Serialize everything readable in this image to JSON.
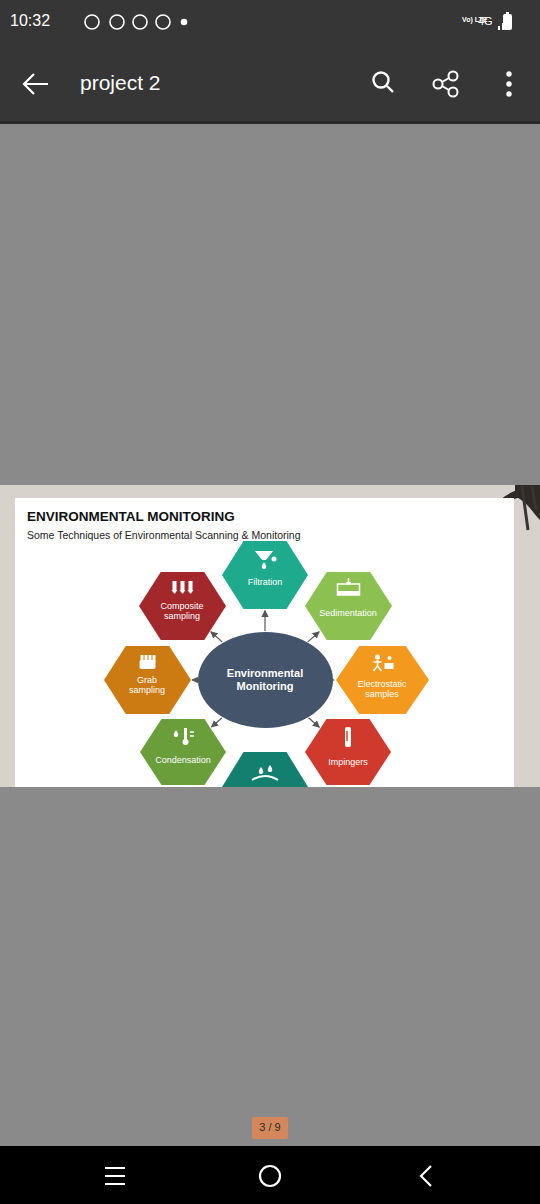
{
  "diagram": {
    "title": "ENVIRONMENTAL MONITORING",
    "nodes": [
      {
        "text": [
          "Filtration"
        ]
      },
      {
        "text": [
          "Composite sampling"
        ]
      },
      {
        "text": [
          "Sedimentation"
        ]
      },
      {
        "text": [
          "Grab sampling"
        ]
      },
      {
        "text": [
          "Environmental Monitoring"
        ]
      },
      {
        "text": [
          "Electrostatic samples"
        ]
      },
      {
        "text": [
          "Condensation"
        ]
      },
      {
        "text": [
          "Impingers"
        ]
      }
    ],
    "edges": [
      {
        "from": 4,
        "to": 0,
        "arrow": "to"
      },
      {
        "from": 4,
        "to": 2,
        "arrow": "to"
      },
      {
        "from": 4,
        "to": 5,
        "arrow": "to"
      },
      {
        "from": 4,
        "to": 7,
        "arrow": "to"
      },
      {
        "from": 4,
        "to": 6,
        "arrow": "to"
      },
      {
        "from": 4,
        "to": 3,
        "arrow": "to"
      },
      {
        "from": 4,
        "to": 1,
        "arrow": "to"
      }
    ],
    "labels": [
      "10:32",
      "Vo) LTE",
      "4G",
      "project 2",
      "Some Techniques of Environmental Scanning & Monitoring",
      "3 / 9"
    ]
  }
}
